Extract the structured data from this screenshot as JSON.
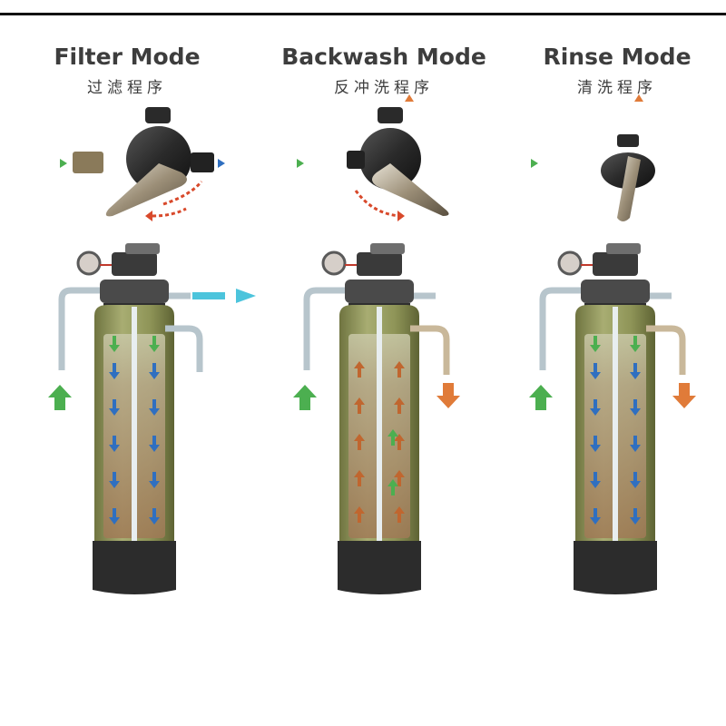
{
  "panels": [
    {
      "title": "Filter Mode",
      "subtitle": "过滤程序"
    },
    {
      "title": "Backwash Mode",
      "subtitle": "反冲洗程序"
    },
    {
      "title": "Rinse Mode",
      "subtitle": "清洗程序"
    }
  ],
  "colors": {
    "tank_body": "#8e9457",
    "tank_base": "#2c2c2c",
    "flow_down": "#2f6fc0",
    "flow_up": "#c0662f",
    "inlet_arrow": "#4caf50",
    "outlet_filter": "#4cc4dc",
    "outlet_drain": "#e07b39",
    "pipe": "#b7c5cc",
    "rotate_arrow": "#d8492b"
  },
  "icons": [
    "control-valve-icon",
    "pressure-gauge-icon",
    "inlet-arrow-icon",
    "outlet-arrow-icon",
    "rotate-arrow-icon"
  ]
}
